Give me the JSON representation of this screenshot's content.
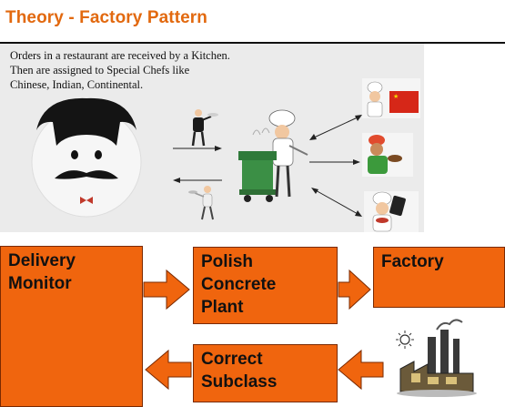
{
  "title": "Theory - Factory Pattern",
  "intro_lines": [
    "Orders in a restaurant are received by a Kitchen.",
    "Then are assigned to Special Chefs like",
    "Chinese, Indian, Continental."
  ],
  "boxes": {
    "delivery_monitor": [
      "Delivery",
      "Monitor"
    ],
    "polish_concrete_plant": [
      "Polish",
      "Concrete",
      "Plant"
    ],
    "factory": [
      "Factory"
    ],
    "correct_subclass": [
      "Correct",
      "Subclass"
    ]
  },
  "colors": {
    "title": "#e2690f",
    "box_fill": "#f0650e",
    "box_border": "#7a2a02",
    "arrow_fill": "#f0650e",
    "panel_bg": "#ebebeb"
  },
  "icons": [
    "customer-face-icon",
    "waiter-icon",
    "chef-grill-icon",
    "chinese-chef-icon",
    "indian-chef-icon",
    "continental-chef-icon",
    "factory-icon"
  ]
}
